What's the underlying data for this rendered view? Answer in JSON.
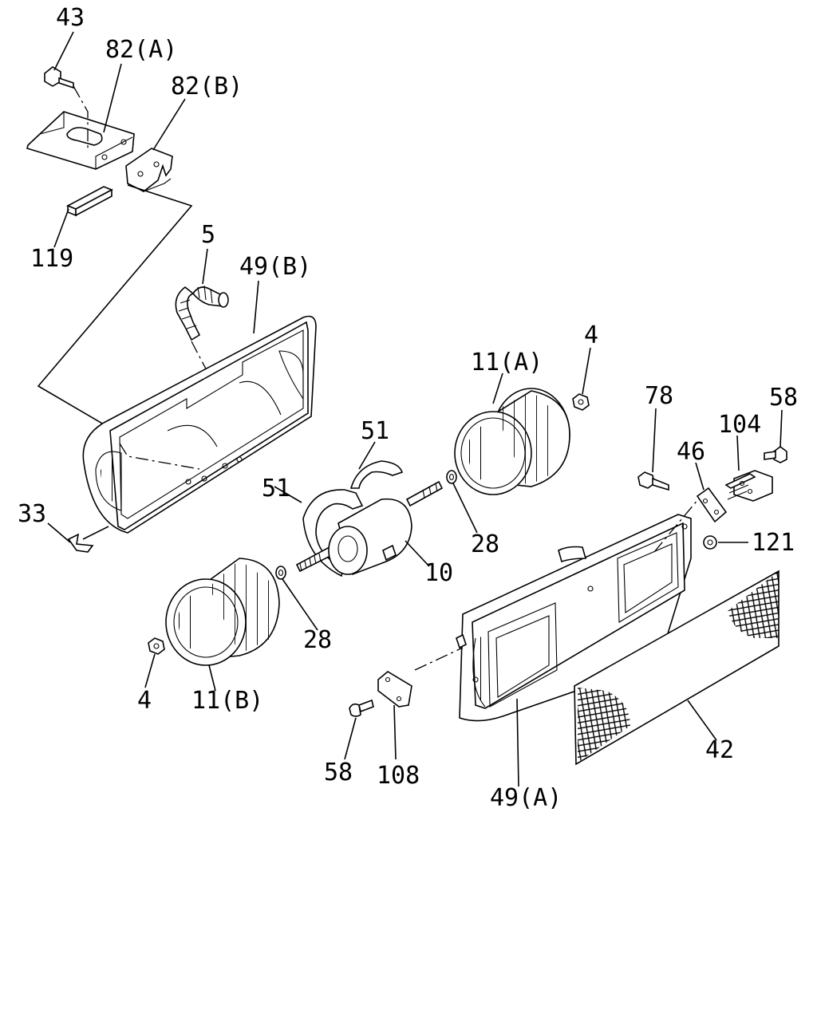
{
  "labels": {
    "l43": "43",
    "l82a": "82(A)",
    "l82b": "82(B)",
    "l119": "119",
    "l5": "5",
    "l49b": "49(B)",
    "l4_top": "4",
    "l11a": "11(A)",
    "l51_top": "51",
    "l51_left": "51",
    "l33": "33",
    "l28_right": "28",
    "l10": "10",
    "l28_left": "28",
    "l4_bottom": "4",
    "l11b": "11(B)",
    "l78": "78",
    "l58_top": "58",
    "l104": "104",
    "l46": "46",
    "l121": "121",
    "l42": "42",
    "l58_bottom": "58",
    "l108": "108",
    "l49a": "49(A)"
  }
}
